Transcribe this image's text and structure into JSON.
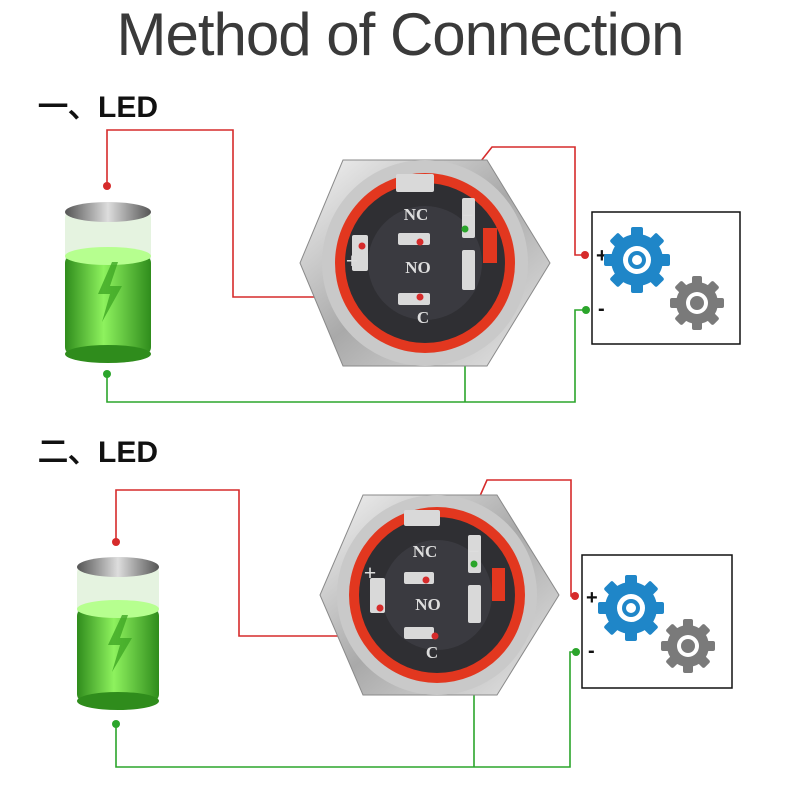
{
  "title": "Method of Connection",
  "sections": [
    {
      "label": "一、LED",
      "switch": {
        "pin_nc": "NC",
        "pin_no": "NO",
        "pin_c": "C",
        "pin_plus": "+",
        "pin_minus": "−"
      },
      "device": {
        "plus": "+",
        "minus": "-"
      }
    },
    {
      "label": "二、LED",
      "switch": {
        "pin_nc": "NC",
        "pin_no": "NO",
        "pin_c": "C",
        "pin_plus": "+",
        "pin_minus": "−"
      },
      "device": {
        "plus": "+",
        "minus": "-"
      }
    }
  ],
  "colors": {
    "positive_wire": "#d62b2b",
    "negative_wire": "#2ba52b",
    "battery_fill": "#5fd43a",
    "ring": "#e2371f",
    "gear_primary": "#1f86c8",
    "gear_secondary": "#7a7a7a"
  }
}
